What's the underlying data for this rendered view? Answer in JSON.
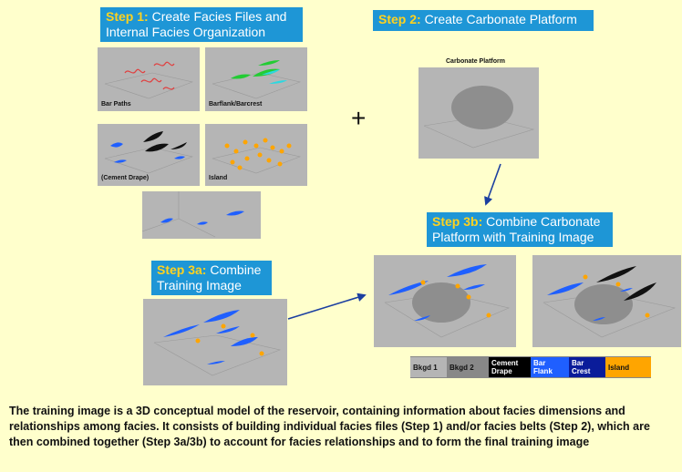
{
  "step1": {
    "num": "Step 1:",
    "text": " Create Facies Files and Internal Facies Organization"
  },
  "step2": {
    "num": "Step 2:",
    "text": " Create Carbonate Platform"
  },
  "step3a": {
    "num": "Step 3a:",
    "text": " Combine Training Image"
  },
  "step3b": {
    "num": "Step 3b:",
    "text": " Combine Carbonate Platform with  Training Image"
  },
  "panels": {
    "bar_paths": "Bar Paths",
    "barflank": "Barflank/Barcrest",
    "cement": "(Cement Drape)",
    "island": "Island",
    "platform": "Carbonate Platform"
  },
  "plus": "+",
  "legend": [
    {
      "label": "Bkgd 1",
      "bg": "#B5B5B5",
      "fg": "#111111"
    },
    {
      "label": "Bkgd 2",
      "bg": "#888888",
      "fg": "#111111"
    },
    {
      "label": "Cement Drape",
      "bg": "#000000",
      "fg": "#FFFFFF"
    },
    {
      "label": "Bar Flank",
      "bg": "#1F5FFF",
      "fg": "#FFFFFF"
    },
    {
      "label": "Bar Crest",
      "bg": "#0A1C9A",
      "fg": "#FFFFFF"
    },
    {
      "label": "Island",
      "bg": "#FFA500",
      "fg": "#111111"
    }
  ],
  "caption": "The training image is a 3D conceptual model of the reservoir, containing information about facies dimensions and relationships among facies.  It consists of building individual facies files (Step 1) and/or facies belts (Step 2), which are then combined together (Step 3a/3b) to account for facies relationships and to form the final training image",
  "colors": {
    "background": "#FFFFCC",
    "step_box": "#1E96D6",
    "step_num": "#FFD21F",
    "arrow": "#1B3FA0"
  }
}
